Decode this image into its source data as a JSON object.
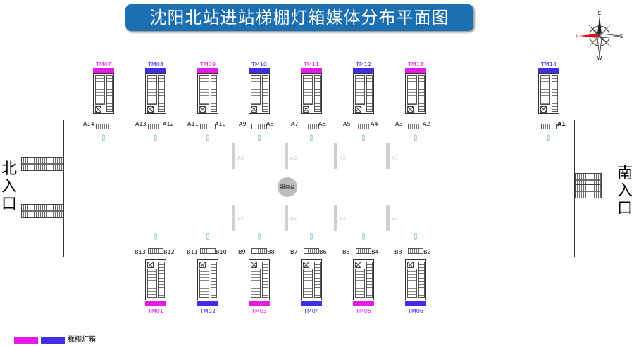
{
  "title": "沈阳北站进站梯棚灯箱媒体分布平面图",
  "entrances": {
    "north": [
      "北",
      "入",
      "口"
    ],
    "south": [
      "南",
      "入",
      "口"
    ]
  },
  "service_desk": "服务台",
  "colors": {
    "magenta": "#e31be3",
    "blue": "#3e2fe2",
    "arrow": "#5aa6c8"
  },
  "top_escalators": [
    {
      "tm": "TM07",
      "color": "magenta",
      "gates": [
        "A14"
      ]
    },
    {
      "tm": "TM08",
      "color": "blue",
      "gates": [
        "A13",
        "A12"
      ]
    },
    {
      "tm": "TM09",
      "color": "magenta",
      "gates": [
        "A11",
        "A10"
      ]
    },
    {
      "tm": "TM10",
      "color": "blue",
      "gates": [
        "A9",
        "A8"
      ]
    },
    {
      "tm": "TM11",
      "color": "magenta",
      "gates": [
        "A7",
        "A6"
      ]
    },
    {
      "tm": "TM12",
      "color": "blue",
      "gates": [
        "A5",
        "A4"
      ]
    },
    {
      "tm": "TM13",
      "color": "magenta",
      "gates": [
        "A3",
        "A2"
      ]
    },
    {
      "tm": "TM14",
      "color": "blue",
      "gates": [
        "A1"
      ]
    }
  ],
  "bottom_escalators": [
    {
      "tm": "TM01",
      "color": "magenta",
      "gates": [
        "B13",
        "B12"
      ]
    },
    {
      "tm": "TM02",
      "color": "blue",
      "gates": [
        "B11",
        "B10"
      ]
    },
    {
      "tm": "TM03",
      "color": "magenta",
      "gates": [
        "B9",
        "B8"
      ]
    },
    {
      "tm": "TM04",
      "color": "blue",
      "gates": [
        "B7",
        "B6"
      ]
    },
    {
      "tm": "TM05",
      "color": "magenta",
      "gates": [
        "B5",
        "B4"
      ]
    },
    {
      "tm": "TM06",
      "color": "blue",
      "gates": [
        "B3",
        "B2"
      ]
    }
  ],
  "pillars_top": [
    "A4",
    "A3",
    "A2",
    "A1"
  ],
  "pillars_bottom": [
    "B4",
    "B3",
    "B2",
    "B1"
  ],
  "legend": {
    "label": "梯棚灯箱",
    "colors": [
      "magenta",
      "blue"
    ]
  },
  "compass": {
    "n": "N",
    "e": "E",
    "s": "S",
    "w": "W"
  }
}
